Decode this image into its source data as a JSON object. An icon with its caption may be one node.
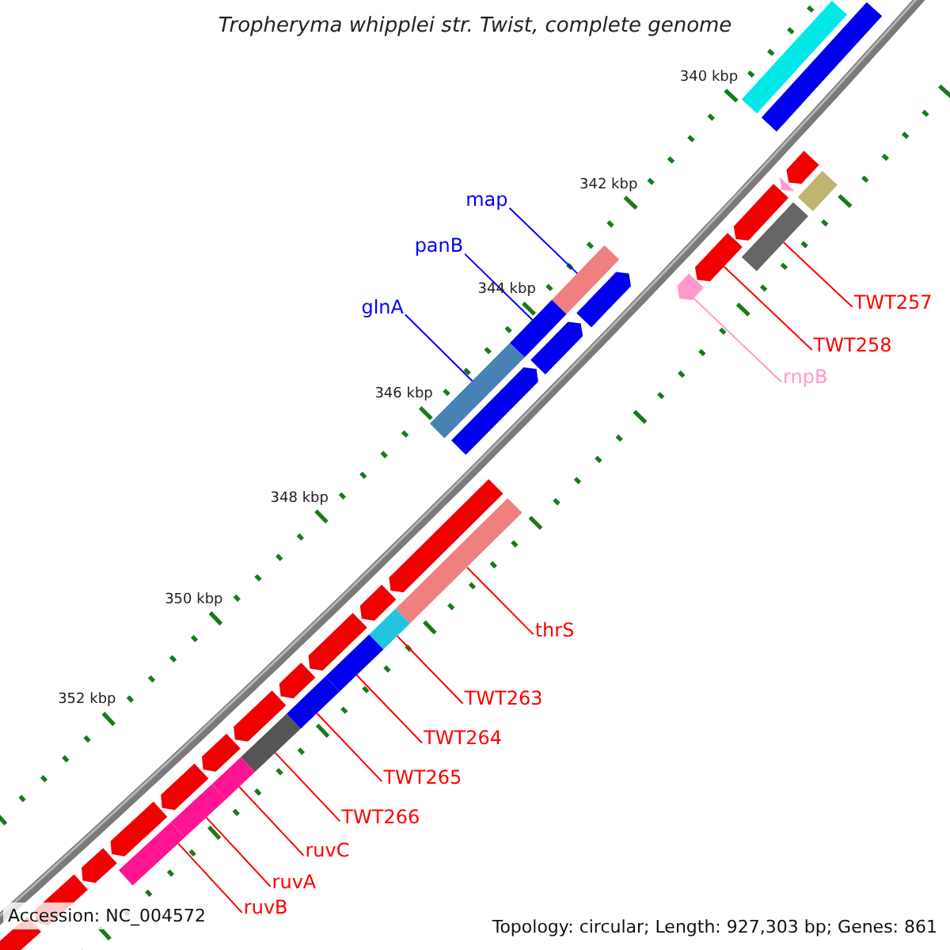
{
  "diagram": {
    "title": "Tropheryma whipplei str. Twist, complete genome",
    "nodes": [
      {
        "text": [
          "map"
        ]
      },
      {
        "text": [
          "panB"
        ]
      },
      {
        "text": [
          "glnA"
        ]
      },
      {
        "text": [
          "TWT257"
        ]
      },
      {
        "text": [
          "TWT258"
        ]
      },
      {
        "text": [
          "rnpB"
        ]
      },
      {
        "text": [
          "thrS"
        ]
      },
      {
        "text": [
          "TWT263"
        ]
      },
      {
        "text": [
          "TWT264"
        ]
      },
      {
        "text": [
          "TWT265"
        ]
      },
      {
        "text": [
          "TWT266"
        ]
      },
      {
        "text": [
          "ruvC"
        ]
      },
      {
        "text": [
          "ruvA"
        ]
      },
      {
        "text": [
          "ruvB"
        ]
      },
      {
        "text": [],
        "shape": "bar"
      },
      {
        "text": [],
        "shape": "arrow"
      },
      {
        "text": [],
        "shape": "bar"
      },
      {
        "text": [],
        "shape": "arrow"
      },
      {
        "text": [],
        "shape": "bar"
      },
      {
        "text": [],
        "shape": "bar"
      },
      {
        "text": [],
        "shape": "bar"
      },
      {
        "text": [],
        "shape": "bar"
      },
      {
        "text": [],
        "shape": "bar"
      },
      {
        "text": [],
        "shape": "bar"
      },
      {
        "text": [],
        "shape": "bar"
      },
      {
        "text": [],
        "shape": "bar"
      },
      {
        "text": [],
        "shape": "bar"
      },
      {
        "text": [],
        "shape": "bar"
      },
      {
        "text": [],
        "shape": "bar"
      },
      {
        "text": [],
        "shape": "bar"
      },
      {
        "text": [],
        "shape": "arrow"
      },
      {
        "text": [],
        "shape": "arrow"
      },
      {
        "text": [],
        "shape": "arrow"
      },
      {
        "text": [],
        "shape": "bar"
      },
      {
        "text": [],
        "shape": "arrow"
      },
      {
        "text": [],
        "shape": "arrow"
      },
      {
        "text": [],
        "shape": "arrow"
      },
      {
        "text": [],
        "shape": "arrow"
      },
      {
        "text": [],
        "shape": "arrow"
      },
      {
        "text": [],
        "shape": "arrow"
      },
      {
        "text": [],
        "shape": "arrow"
      },
      {
        "text": [],
        "shape": "arrow"
      },
      {
        "text": [],
        "shape": "arrow"
      },
      {
        "text": [],
        "shape": "arrow"
      },
      {
        "text": [],
        "shape": "arrow"
      },
      {
        "text": [],
        "shape": "arrow"
      },
      {
        "text": [],
        "shape": "arrow"
      },
      {
        "text": [],
        "shape": "arrow"
      }
    ],
    "edges": [
      {
        "from": 0,
        "to": 16,
        "arrow": "none",
        "color": "#0000ff"
      },
      {
        "from": 1,
        "to": 18,
        "arrow": "none",
        "color": "#0000ff"
      },
      {
        "from": 2,
        "to": 19,
        "arrow": "none",
        "color": "#0000ff"
      },
      {
        "from": 3,
        "to": 14,
        "arrow": "none"
      },
      {
        "from": 4,
        "to": 15,
        "arrow": "none"
      },
      {
        "from": 5,
        "to": 17,
        "arrow": "none",
        "color": "#ff99cc"
      },
      {
        "from": 6,
        "to": 20,
        "arrow": "none"
      },
      {
        "from": 7,
        "to": 21,
        "arrow": "none"
      },
      {
        "from": 8,
        "to": 22,
        "arrow": "none"
      },
      {
        "from": 9,
        "to": 23,
        "arrow": "none"
      },
      {
        "from": 10,
        "to": 24,
        "arrow": "none"
      },
      {
        "from": 11,
        "to": 25,
        "arrow": "none"
      },
      {
        "from": 12,
        "to": 26,
        "arrow": "none"
      },
      {
        "from": 13,
        "to": 27,
        "arrow": "none"
      }
    ],
    "labels": [
      "340 kbp",
      "342 kbp",
      "344 kbp",
      "346 kbp",
      "348 kbp",
      "350 kbp",
      "352 kbp",
      "Accession: NC_004572",
      "Topology: circular; Length: 927,303 bp; Genes: 861"
    ]
  }
}
